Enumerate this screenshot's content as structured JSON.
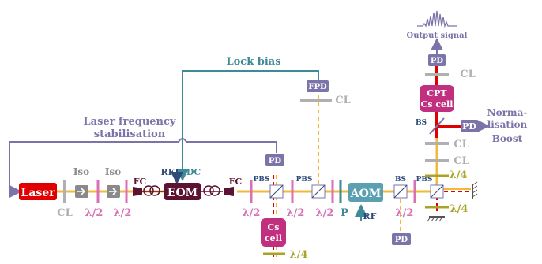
{
  "colors": {
    "beam": "#f2b93a",
    "red": "#e00000",
    "purple": "#7a74a8",
    "magenta": "#c0307f",
    "pink": "#d96fb4",
    "teal": "#3e8a96",
    "gray": "#b0b0b0",
    "olive": "#a9a428",
    "darkred": "#5c1230"
  },
  "labels": {
    "laser": "Laser",
    "iso1": "Iso",
    "iso2": "Iso",
    "fc1": "FC",
    "fc2": "FC",
    "eom": "EOM",
    "rf_eom": "RF",
    "dc": "DC",
    "lock_bias": "Lock bias",
    "laser_freq_1": "Laser frequency",
    "laser_freq_2": "stabilisation",
    "fpd": "FPD",
    "cl_fpd": "CL",
    "pd_top": "PD",
    "pbs1": "PBS",
    "pbs2": "PBS",
    "pbs3": "PBS",
    "bs1": "BS",
    "bs2": "BS",
    "aom": "AOM",
    "rf_aom": "RF",
    "p": "P",
    "cs_cell_1": "Cs",
    "cs_cell_2": "cell",
    "lambda4_bottom": "λ/4",
    "lambda4_r1": "λ/4",
    "lambda4_r2": "λ/4",
    "cl_laser": "CL",
    "hw1": "λ/2",
    "hw2": "λ/2",
    "hw3": "λ/2",
    "hw4": "λ/2",
    "hw5": "λ/2",
    "hw6": "λ/2",
    "pd_bottom": "PD",
    "cpt_1": "CPT",
    "cpt_2": "Cs cell",
    "pd_out": "PD",
    "output_signal": "Output signal",
    "cl_r1": "CL",
    "cl_r2": "CL",
    "cl_r3": "CL",
    "pd_norm": "PD",
    "norm_1": "Norma-",
    "norm_2": "lisation",
    "norm_3": "Boost"
  }
}
